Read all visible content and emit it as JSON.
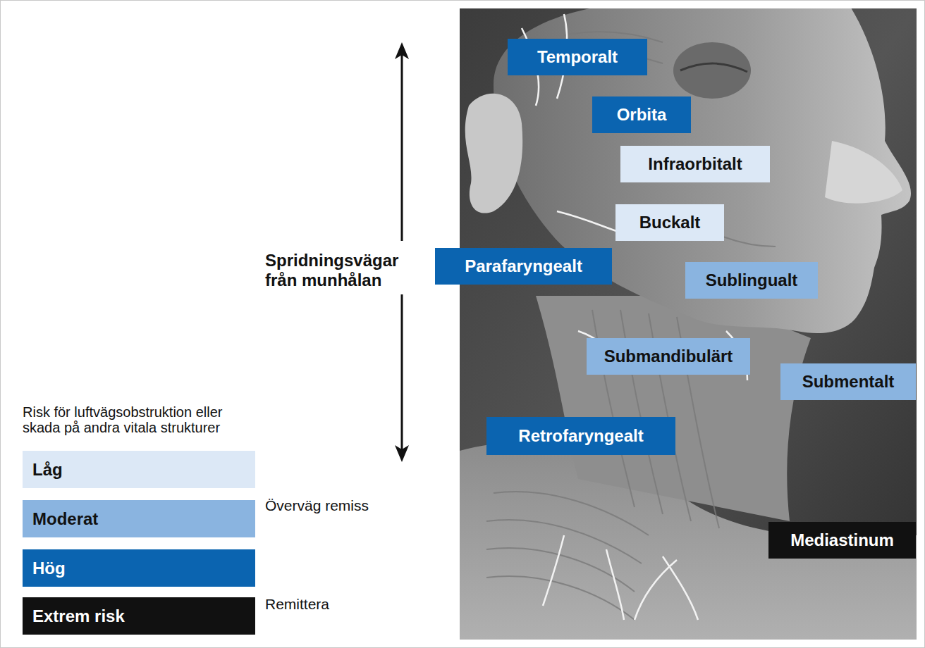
{
  "diagram": {
    "nodes": [
      {
        "text": [
          "Temporalt"
        ]
      },
      {
        "text": [
          "Orbita"
        ]
      },
      {
        "text": [
          "Infraorbitalt"
        ]
      },
      {
        "text": [
          "Buckalt"
        ]
      },
      {
        "text": [
          "Parafaryngealt"
        ]
      },
      {
        "text": [
          "Sublingualt"
        ]
      },
      {
        "text": [
          "Submandibulärt"
        ]
      },
      {
        "text": [
          "Submentalt"
        ]
      },
      {
        "text": [
          "Retrofaryngealt"
        ]
      },
      {
        "text": [
          "Mediastinum"
        ]
      }
    ],
    "labels": [
      "Spridningsvägar från munhålan",
      "Risk för luftvägsobstruktion eller skada på andra vitala strukturer",
      "Överväg remiss",
      "Remittera"
    ],
    "legend": [
      {
        "text": "Låg",
        "color": "#dce8f6"
      },
      {
        "text": "Moderat",
        "color": "#8ab4e0"
      },
      {
        "text": "Hög",
        "color": "#0b64b0"
      },
      {
        "text": "Extrem risk",
        "color": "#111111"
      }
    ]
  }
}
